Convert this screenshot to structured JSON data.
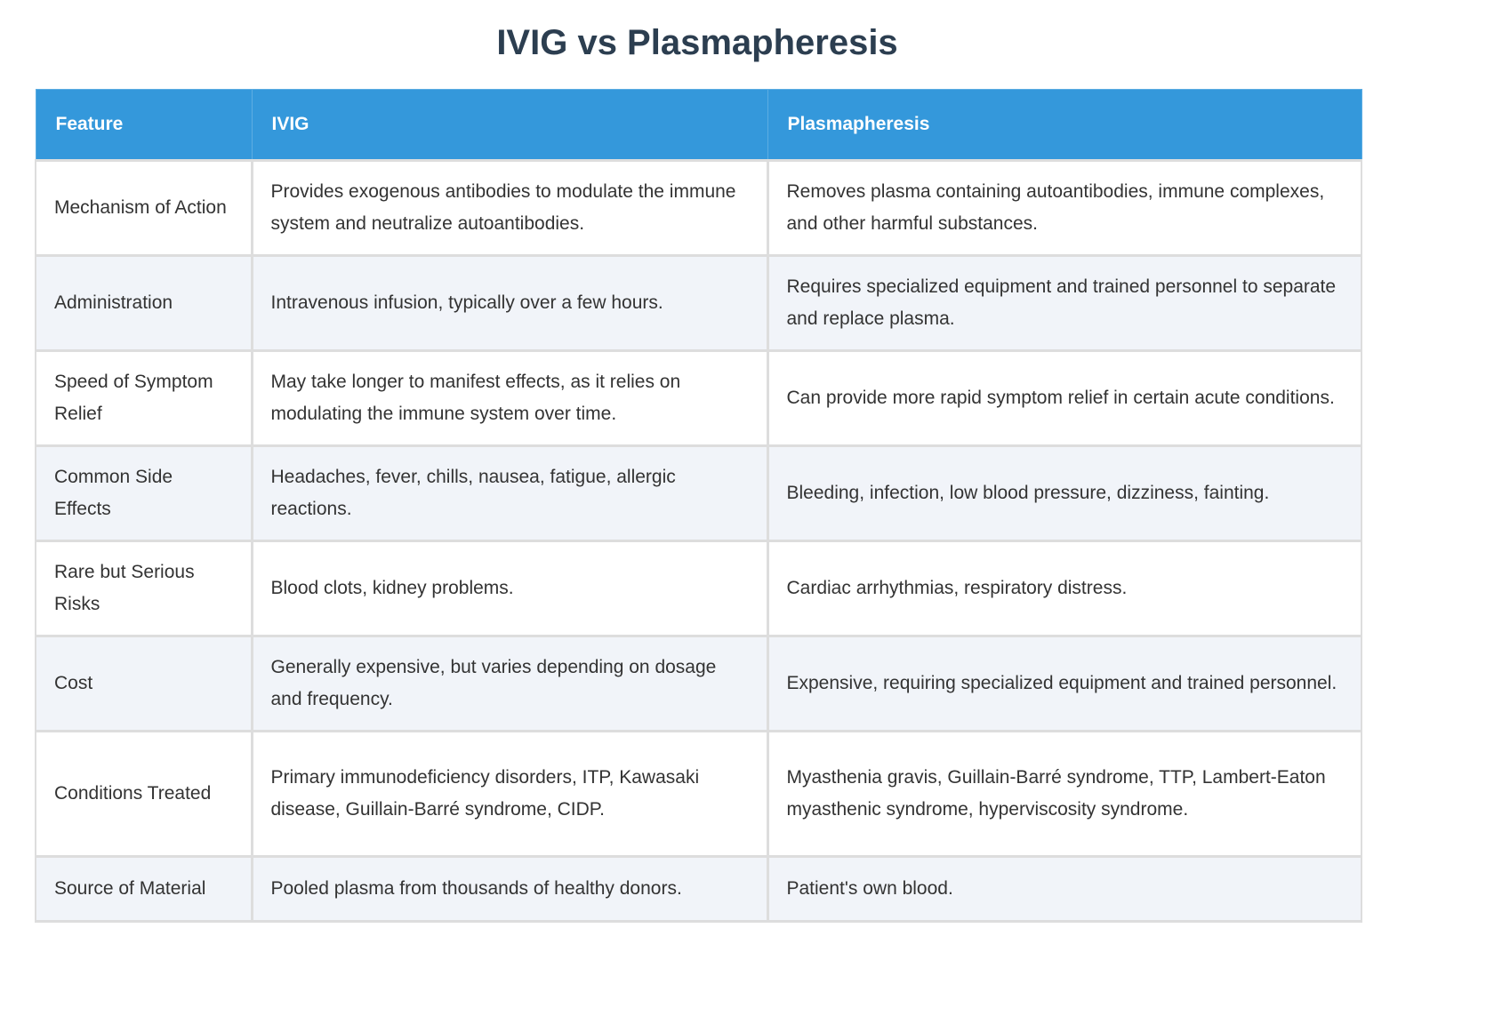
{
  "page": {
    "title": "IVIG vs Plasmapheresis"
  },
  "table": {
    "headers": [
      "Feature",
      "IVIG",
      "Plasmapheresis"
    ],
    "colors": {
      "header_bg": "#3498db",
      "header_text": "#ffffff",
      "row_alt_bg": "#f1f4f9",
      "border": "#dddddd",
      "title": "#2c3e50"
    },
    "rows": [
      {
        "feature": "Mechanism of Action",
        "ivig": "Provides exogenous antibodies to modulate the immune system and neutralize autoantibodies.",
        "plasmapheresis": "Removes plasma containing autoantibodies, immune complexes, and other harmful substances."
      },
      {
        "feature": "Administration",
        "ivig": "Intravenous infusion, typically over a few hours.",
        "plasmapheresis": "Requires specialized equipment and trained personnel to separate and replace plasma."
      },
      {
        "feature": "Speed of Symptom Relief",
        "ivig": "May take longer to manifest effects, as it relies on modulating the immune system over time.",
        "plasmapheresis": "Can provide more rapid symptom relief in certain acute conditions."
      },
      {
        "feature": "Common Side Effects",
        "ivig": "Headaches, fever, chills, nausea, fatigue, allergic reactions.",
        "plasmapheresis": "Bleeding, infection, low blood pressure, dizziness, fainting."
      },
      {
        "feature": "Rare but Serious Risks",
        "ivig": "Blood clots, kidney problems.",
        "plasmapheresis": "Cardiac arrhythmias, respiratory distress."
      },
      {
        "feature": "Cost",
        "ivig": "Generally expensive, but varies depending on dosage and frequency.",
        "plasmapheresis": "Expensive, requiring specialized equipment and trained personnel."
      },
      {
        "feature": "Conditions Treated",
        "ivig": "Primary immunodeficiency disorders, ITP, Kawasaki disease, Guillain-Barré syndrome, CIDP.",
        "plasmapheresis": "Myasthenia gravis, Guillain-Barré syndrome, TTP, Lambert-Eaton myasthenic syndrome, hyperviscosity syndrome."
      },
      {
        "feature": "Source of Material",
        "ivig": "Pooled plasma from thousands of healthy donors.",
        "plasmapheresis": "Patient's own blood."
      }
    ]
  }
}
